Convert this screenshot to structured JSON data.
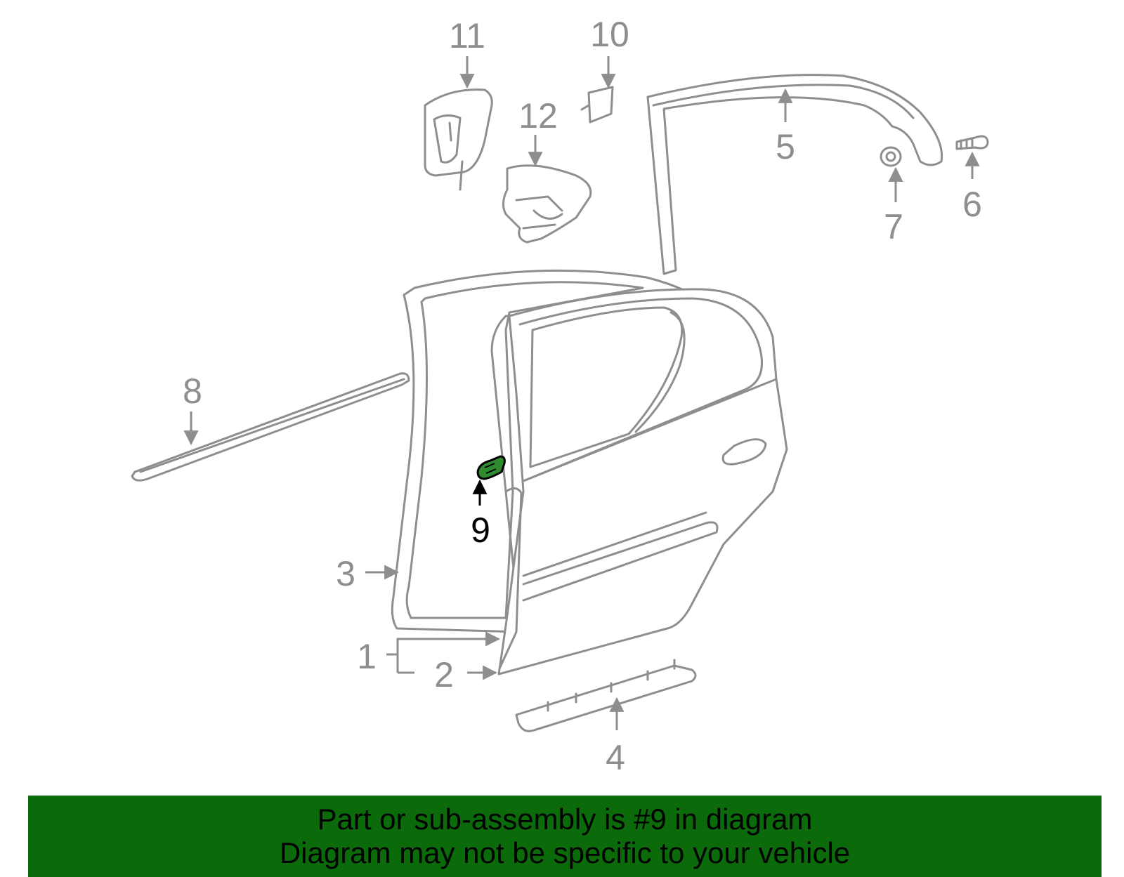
{
  "callouts": {
    "c1": "1",
    "c2": "2",
    "c3": "3",
    "c4": "4",
    "c5": "5",
    "c6": "6",
    "c7": "7",
    "c8": "8",
    "c9": "9",
    "c10": "10",
    "c11": "11",
    "c12": "12"
  },
  "highlighted_part": "9",
  "colors": {
    "line": "#8e8e8e",
    "highlight_fill": "#2e8b2e",
    "banner": "#0b6b0b",
    "text_highlight": "#000000"
  },
  "banner": {
    "line1": "Part or sub-assembly is #9 in diagram",
    "line2": "Diagram may not be specific to your vehicle"
  }
}
